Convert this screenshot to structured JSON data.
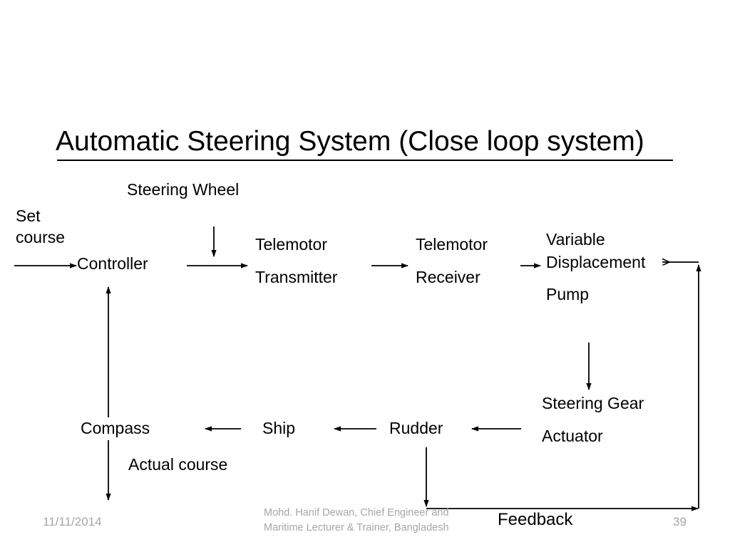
{
  "slide": {
    "title": "Automatic Steering System (Close loop system)",
    "page_number": "39",
    "date": "11/11/2014",
    "attribution_line1": "Mohd. Hanif Dewan, Chief Engineer and",
    "attribution_line2": "Maritime Lecturer & Trainer, Bangladesh",
    "background_color": "#ffffff",
    "text_color": "#000000",
    "muted_color": "#a6a6a6"
  },
  "diagram": {
    "type": "block-flow-closed-loop",
    "nodes": [
      {
        "id": "set-course",
        "label_line1": "Set",
        "label_line2": "course"
      },
      {
        "id": "controller",
        "label": "Controller"
      },
      {
        "id": "steering-wheel",
        "label": "Steering Wheel"
      },
      {
        "id": "telemotor-transmitter",
        "label_line1": "Telemotor",
        "label_line2": "Transmitter"
      },
      {
        "id": "telemotor-receiver",
        "label_line1": "Telemotor",
        "label_line2": "Receiver"
      },
      {
        "id": "variable-displacement-pump",
        "label_line1": "Variable",
        "label_line2": "Displacement",
        "label_line3": "Pump"
      },
      {
        "id": "steering-gear-actuator",
        "label_line1": "Steering Gear",
        "label_line2": "Actuator"
      },
      {
        "id": "rudder",
        "label": "Rudder"
      },
      {
        "id": "ship",
        "label": "Ship"
      },
      {
        "id": "compass",
        "label": "Compass"
      },
      {
        "id": "actual-course",
        "label": "Actual course"
      },
      {
        "id": "feedback",
        "label": "Feedback"
      }
    ],
    "edges": [
      {
        "from": "set-course",
        "to": "controller",
        "direction": "right"
      },
      {
        "from": "steering-wheel",
        "to": "telemotor-transmitter",
        "direction": "down"
      },
      {
        "from": "controller",
        "to": "telemotor-transmitter",
        "direction": "right"
      },
      {
        "from": "telemotor-transmitter",
        "to": "telemotor-receiver",
        "direction": "right"
      },
      {
        "from": "telemotor-receiver",
        "to": "variable-displacement-pump",
        "direction": "right"
      },
      {
        "from": "variable-displacement-pump",
        "to": "steering-gear-actuator",
        "direction": "down"
      },
      {
        "from": "steering-gear-actuator",
        "to": "rudder",
        "direction": "left"
      },
      {
        "from": "rudder",
        "to": "ship",
        "direction": "left"
      },
      {
        "from": "ship",
        "to": "compass",
        "direction": "left"
      },
      {
        "from": "compass",
        "to": "controller",
        "direction": "up"
      },
      {
        "from": "compass",
        "to": "actual-course",
        "direction": "down"
      },
      {
        "from": "rudder",
        "to": "feedback",
        "direction": "down"
      },
      {
        "from": "feedback",
        "to": "variable-displacement-pump",
        "direction": "right-then-up-then-left"
      }
    ]
  }
}
